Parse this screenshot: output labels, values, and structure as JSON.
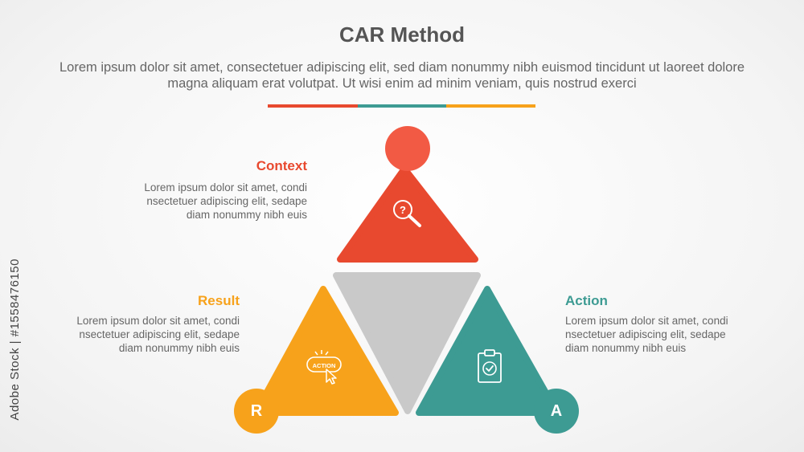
{
  "header": {
    "title": "CAR Method",
    "subtitle": "Lorem ipsum dolor sit amet, consectetuer adipiscing elit, sed diam nonummy nibh euismod tincidunt ut laoreet dolore magna aliquam erat volutpat. Ut wisi enim ad minim veniam, quis nostrud exerci"
  },
  "colors": {
    "context": "#e8492f",
    "context_circle": "#f25a44",
    "result": "#f7a21b",
    "action": "#3d9b93",
    "center": "#c9c9c9"
  },
  "context": {
    "heading": "Context",
    "lines": [
      "Lorem ipsum dolor sit amet, condi",
      "nsectetuer adipiscing elit, sedape",
      "diam nonummy nibh euis"
    ],
    "icon": "magnifier-question-icon"
  },
  "result": {
    "heading": "Result",
    "lines": [
      "Lorem ipsum dolor sit amet, condi",
      "nsectetuer adipiscing elit, sedape",
      "diam nonummy nibh euis"
    ],
    "letter": "R",
    "icon": "action-button-click-icon",
    "icon_text": "ACTION"
  },
  "action": {
    "heading": "Action",
    "lines": [
      "Lorem ipsum dolor sit amet, condi",
      "nsectetuer adipiscing elit, sedape",
      "diam nonummy nibh euis"
    ],
    "letter": "A",
    "icon": "clipboard-check-icon"
  },
  "watermark": {
    "vertical": "Adobe Stock | #1558476150"
  }
}
